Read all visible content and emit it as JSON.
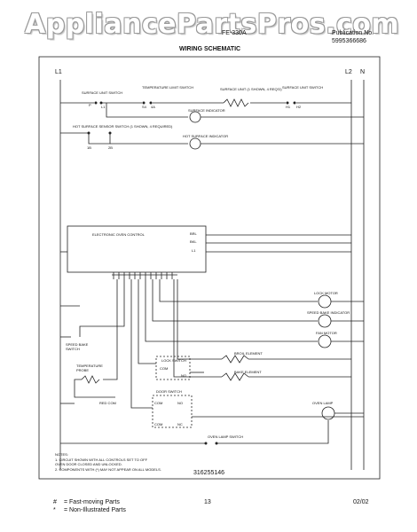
{
  "watermark": "AppliancePartsPros.com",
  "header": {
    "model": "FE-330A",
    "pub_label": "Publication No.",
    "pub_number": "5995366686",
    "title": "WIRING SCHEMATIC"
  },
  "rails": {
    "l1": "L1",
    "l2": "L2",
    "n": "N"
  },
  "components": {
    "surface_unit_switch": "SURFACE UNIT SWITCH",
    "temperature_limit_switch": "TEMPERATURE LIMIT SWITCH",
    "surface_unit": "SURFACE UNIT (1 SHOWN, 4 REQ'D)",
    "surface_unit_switch_right": "SURFACE UNIT SWITCH",
    "surface_indicator": "SURFACE INDICATOR",
    "hot_surface_sensor": "HOT SURFACE SENSOR SWITCH (1 SHOWN, 4 REQUIRED)",
    "hot_surface_indicator": "HOT SURFACE INDICATOR",
    "electronic_oven_control": "ELECTRONIC OVEN CONTROL",
    "brl": "BRL",
    "bkl": "BKL",
    "l1_ctrl": "L1",
    "lock_motor": "LOCK MOTOR",
    "speed_bake_indicator": "SPEED BAKE INDICATOR",
    "fan_motor": "FAN MOTOR",
    "speed_bake_switch": "SPEED BAKE SWITCH",
    "lock_switch": "LOCK SWITCH",
    "broil_element": "BROIL ELEMENT",
    "bake_element": "BAKE ELEMENT",
    "temp_probe": "TEMPERATURE PROBE",
    "door_switch": "DOOR SWITCH",
    "oven_lamp": "OVEN LAMP",
    "oven_lamp_switch": "OVEN LAMP SWITCH",
    "red_com": "RED COM",
    "com": "COM",
    "no": "NO",
    "nc": "NC"
  },
  "terminals": {
    "p": "P",
    "l1": "L1",
    "s4": "S4",
    "s4a": "4A",
    "h1": "H1",
    "h2": "H2",
    "t1b": "1B",
    "t2b": "2B"
  },
  "notes": {
    "heading": "NOTES:",
    "n1": "1. CIRCUIT SHOWN WITH ALL CONTROLS SET TO OFF",
    "n1b": "   OVEN DOOR CLOSED AND UNLOCKED.",
    "n2": "2. COMPONENTS WITH (*) MAY NOT APPEAR ON ALL MODELS."
  },
  "part_number": "316255146",
  "footer": {
    "legend1_sym": "#",
    "legend1": "= Fast-moving Parts",
    "legend2_sym": "*",
    "legend2": "= Non-Illustrated Parts",
    "page": "13",
    "date": "02/02"
  }
}
